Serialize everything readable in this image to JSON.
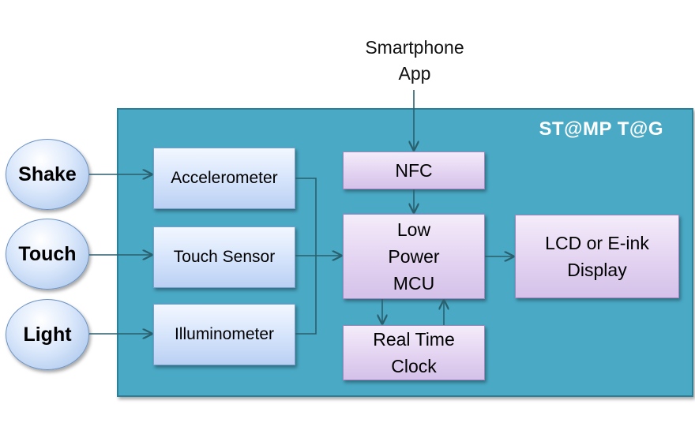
{
  "smartphone_app": "Smartphone\nApp",
  "brand": "ST@MP T@G",
  "inputs": {
    "shake": "Shake",
    "touch": "Touch",
    "light": "Light"
  },
  "sensors": {
    "accelerometer": "Accelerometer",
    "touch_sensor": "Touch Sensor",
    "illuminometer": "Illuminometer"
  },
  "nfc": "NFC",
  "mcu": "Low\nPower\nMCU",
  "display": "LCD or E-ink\nDisplay",
  "rtc": "Real Time\nClock",
  "colors": {
    "main_box": "#4aa9c5",
    "sensor_box": "#d4e3fb",
    "logic_box": "#e3d3f1",
    "connector": "#2a5f6d"
  }
}
